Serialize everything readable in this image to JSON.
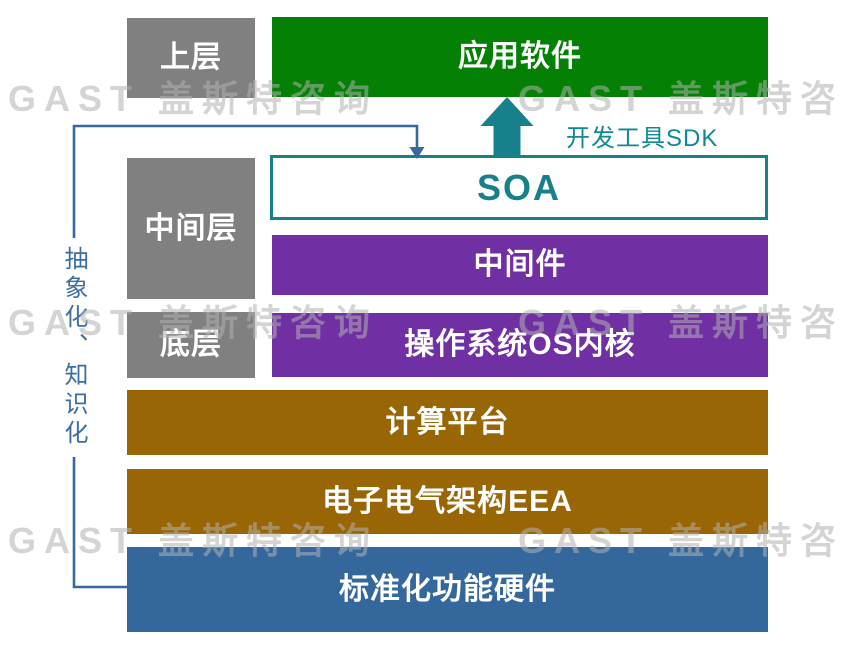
{
  "watermark": {
    "text": "GAST 盖斯特咨询"
  },
  "side_label": {
    "text": "抽象化、知识化",
    "color": "#3A6EA5"
  },
  "sdk_label": {
    "text": "开发工具SDK",
    "color": "#0E8A94"
  },
  "layer_labels": [
    {
      "label": "上层"
    },
    {
      "label": "中间层"
    },
    {
      "label": "底层"
    }
  ],
  "boxes": [
    {
      "label": "应用软件",
      "color": "#048104"
    },
    {
      "label": "SOA",
      "color": "#FFFFFF",
      "border_color": "#17808A"
    },
    {
      "label": "中间件",
      "color": "#7030A3"
    },
    {
      "label": "操作系统OS内核",
      "color": "#7030A3"
    },
    {
      "label": "计算平台",
      "color": "#996605"
    },
    {
      "label": "电子电气架构EEA",
      "color": "#996605"
    },
    {
      "label": "标准化功能硬件",
      "color": "#34689D"
    }
  ],
  "colors": {
    "layer_label_box": "#808080",
    "connector_line": "#38699E",
    "block_arrow": "#17808A",
    "watermark": "#B0B0B0"
  }
}
